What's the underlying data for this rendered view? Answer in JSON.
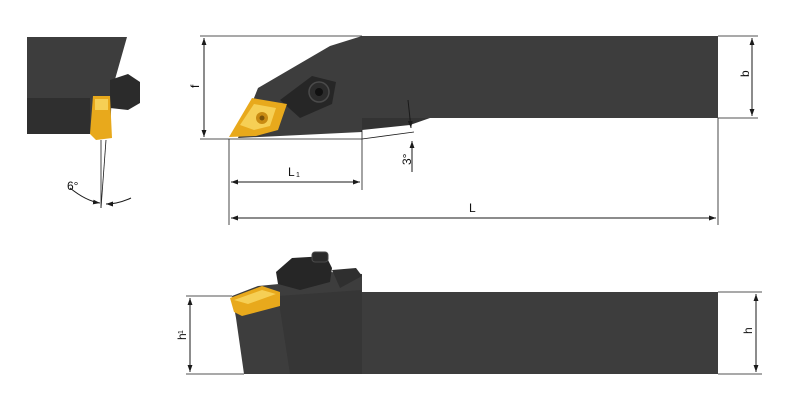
{
  "colors": {
    "body_dark": "#3d3d3d",
    "body_shade": "#2e2e2e",
    "insert_gold": "#e8a91c",
    "insert_light": "#f6cf55",
    "screw": "#1f1f1f",
    "line": "#1a1a1a"
  },
  "labels": {
    "f": "f",
    "b": "b",
    "L": "L",
    "L1_main": "L",
    "L1_sub": "1",
    "h": "h",
    "h1_main": "h",
    "h1_sub": "1",
    "angle_3": "3°",
    "angle_6": "6°"
  }
}
